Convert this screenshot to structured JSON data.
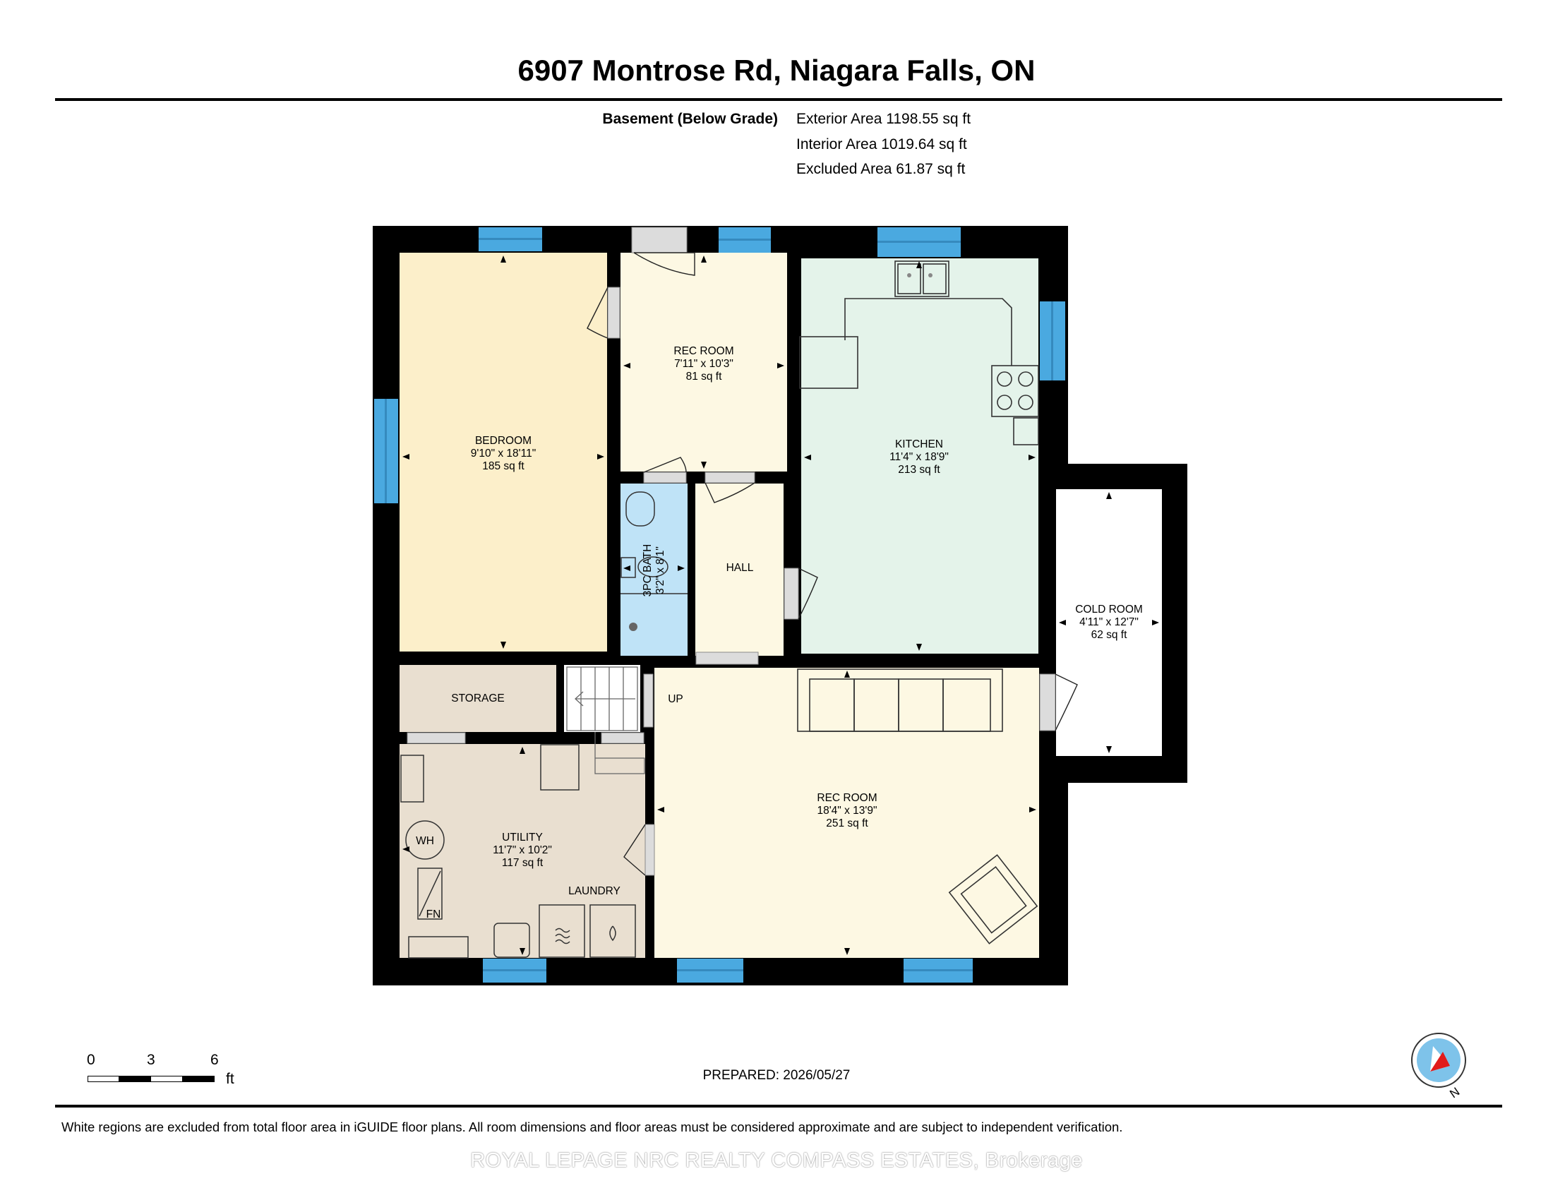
{
  "title": "6907 Montrose Rd, Niagara Falls, ON",
  "floor": {
    "label": "Basement (Below Grade)",
    "exterior_area": "Exterior Area 1198.55 sq ft",
    "interior_area": "Interior Area 1019.64 sq ft",
    "excluded_area": "Excluded Area 61.87 sq ft"
  },
  "rooms": {
    "bedroom": {
      "name": "BEDROOM",
      "dims": "9'10\" x 18'11\"",
      "area": "185 sq ft"
    },
    "rec_room_small": {
      "name": "REC ROOM",
      "dims": "7'11\" x 10'3\"",
      "area": "81 sq ft"
    },
    "kitchen": {
      "name": "KITCHEN",
      "dims": "11'4\" x 18'9\"",
      "area": "213 sq ft"
    },
    "bath": {
      "name": "3PC BATH",
      "dims": "3'2\" x 8'1\""
    },
    "hall": {
      "name": "HALL"
    },
    "cold_room": {
      "name": "COLD ROOM",
      "dims": "4'11\" x 12'7\"",
      "area": "62 sq ft"
    },
    "storage": {
      "name": "STORAGE"
    },
    "stairs": {
      "name": "UP"
    },
    "rec_room_large": {
      "name": "REC ROOM",
      "dims": "18'4\" x 13'9\"",
      "area": "251 sq ft"
    },
    "utility": {
      "name": "UTILITY",
      "dims": "11'7\" x 10'2\"",
      "area": "117 sq ft"
    },
    "laundry": {
      "name": "LAUNDRY"
    },
    "water_heater": {
      "name": "WH"
    },
    "furnace": {
      "name": "FN"
    }
  },
  "colors": {
    "bedroom": "#fcefca",
    "rec_room": "#fdf8e3",
    "kitchen": "#e4f3ea",
    "bath": "#bfe3f7",
    "hall": "#fdf8e3",
    "utility": "#e9dfd0",
    "storage": "#e9dfd0",
    "window": "#4aa9e0",
    "wall": "#000000"
  },
  "scale": {
    "labels": [
      "0",
      "3",
      "6"
    ],
    "unit": "ft"
  },
  "prepared": "PREPARED: 2026/05/27",
  "compass": {
    "label": "N",
    "icon": "compass-icon"
  },
  "disclaimer": "White regions are excluded from total floor area in iGUIDE floor plans. All room dimensions and floor areas must be considered approximate and are subject to independent verification.",
  "watermark": "ROYAL LEPAGE NRC REALTY COMPASS ESTATES, Brokerage"
}
